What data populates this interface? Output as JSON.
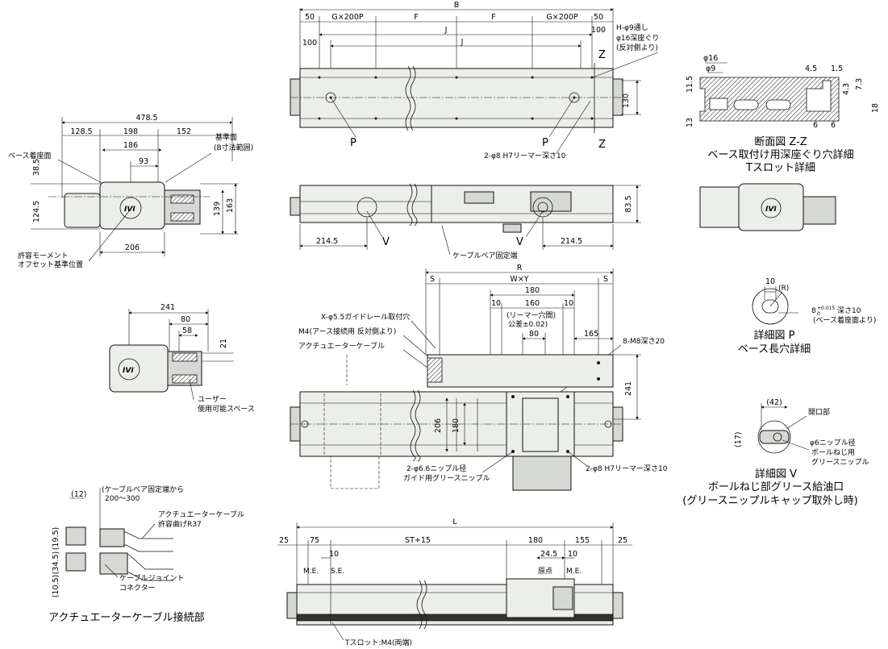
{
  "top_view": {
    "B": "B",
    "dim_50_left": "50",
    "g200p_left": "G×200P",
    "f_left": "F",
    "f_right": "F",
    "g200p_right": "G×200P",
    "dim_50_right": "50",
    "dim_100_left": "100",
    "j_left": "J",
    "j_right": "J",
    "dim_100_right": "100",
    "hole_note_1": "H-φ9通し",
    "hole_note_2": "φ16深座ぐり",
    "hole_note_3": "(反対側より)",
    "z_top": "Z",
    "z_bottom": "Z",
    "dim_130": "130",
    "p_left": "P",
    "p_right": "P",
    "reamer_note": "2-φ8 H7リーマー深さ10"
  },
  "side_view": {
    "dim_83_5": "83.5",
    "dim_214_5_left": "214.5",
    "dim_214_5_right": "214.5",
    "v_left": "V",
    "v_right": "V",
    "cable_bear_fixed_end": "ケーブルベア固定端"
  },
  "section_zz": {
    "phi16": "φ16",
    "phi9": "φ9",
    "d4_5": "4.5",
    "d1_5": "1.5",
    "d11_5": "11.5",
    "d4_3": "4.3",
    "d7_3": "7.3",
    "d13": "13",
    "d18": "18",
    "d6_a": "6",
    "d6_b": "6",
    "title_1": "断面図 Z-Z",
    "title_2": "ベース取付け用深座ぐり穴詳細",
    "title_3": "Tスロット詳細"
  },
  "end_view": {
    "dim_478_5": "478.5",
    "dim_128_5": "128.5",
    "dim_198": "198",
    "dim_152": "152",
    "ref_surface_1": "基準面",
    "ref_surface_2": "(B寸法範囲)",
    "dim_186": "186",
    "base_surface": "ベース着座面",
    "dim_93": "93",
    "dim_38_5": "38.5",
    "dim_124_5": "124.5",
    "dim_139": "139",
    "dim_163": "163",
    "dim_206": "206",
    "moment_1": "許容モーメント",
    "moment_2": "オフセット基準位置",
    "logo": "IVI"
  },
  "user_space": {
    "dim_241": "241",
    "dim_80": "80",
    "dim_58": "58",
    "dim_21": "21",
    "label_1": "ユーザー",
    "label_2": "使用可能スペース",
    "logo": "IVI"
  },
  "detail_p": {
    "dim_10": "10",
    "r": "(R)",
    "tol_1": "8",
    "tol_sup": "+0.015",
    "tol_sub": "0",
    "tol_2": "深さ10",
    "tol_3": "(ベース着座面より)",
    "title_1": "詳細図 P",
    "title_2": "ベース長穴詳細"
  },
  "slider_view": {
    "R": "R",
    "S_left": "S",
    "WxY": "W×Y",
    "S_right": "S",
    "dim_180": "180",
    "dim_10_a": "10",
    "dim_160": "160",
    "dim_10_b": "10",
    "pitch_1": "(リーマー穴間)",
    "pitch_2": "公差±0.02)",
    "dim_80": "80",
    "dim_165": "165",
    "guide_hole": "X-φ5.5ガイドレール取付穴",
    "m4_earth": "M4(アース接続用 反対側より)",
    "actuator_cable": "アクチュエーターケーブル",
    "m8": "8-M8深さ20",
    "dim_241": "241",
    "dim_206": "206",
    "dim_180_v": "180",
    "nipple_1": "2-φ6.6ニップル径",
    "nipple_2": "ガイド用グリースニップル",
    "reamer": "2-φ8 H7リーマー深さ10"
  },
  "detail_v": {
    "dim_42": "(42)",
    "dim_17": "(17)",
    "opening": "開口部",
    "nipple_1": "φ6ニップル径",
    "nipple_2": "ボールねじ用",
    "nipple_3": "グリースニップル",
    "title_1": "詳細図 V",
    "title_2": "ボールねじ部グリース給油口",
    "title_3": "(グリースニップルキャップ取外し時)"
  },
  "cable_connection": {
    "fixed_1": "(ケーブルベア固定端から",
    "fixed_2": "200～300",
    "dim_12": "(12)",
    "dim_19_5": "(19.5)",
    "dim_34_5": "(34.5)",
    "dim_10_5": "(10.5)",
    "bend_1": "アクチュエーターケーブル",
    "bend_2": "許容曲げR37",
    "joint_1": "ケーブルジョイント",
    "joint_2": "コネクター",
    "title": "アクチュエーターケーブル接続部"
  },
  "bottom_view": {
    "L": "L",
    "dim_25_left": "25",
    "dim_75": "75",
    "st15": "ST+15",
    "dim_180": "180",
    "dim_155": "155",
    "dim_25_right": "25",
    "dim_10_left": "10",
    "dim_24_5": "24.5",
    "dim_10_right": "10",
    "me_left": "M.E.",
    "se": "S.E.",
    "origin": "原点",
    "me_right": "M.E.",
    "tslot": "Tスロット:M4(両端)"
  }
}
